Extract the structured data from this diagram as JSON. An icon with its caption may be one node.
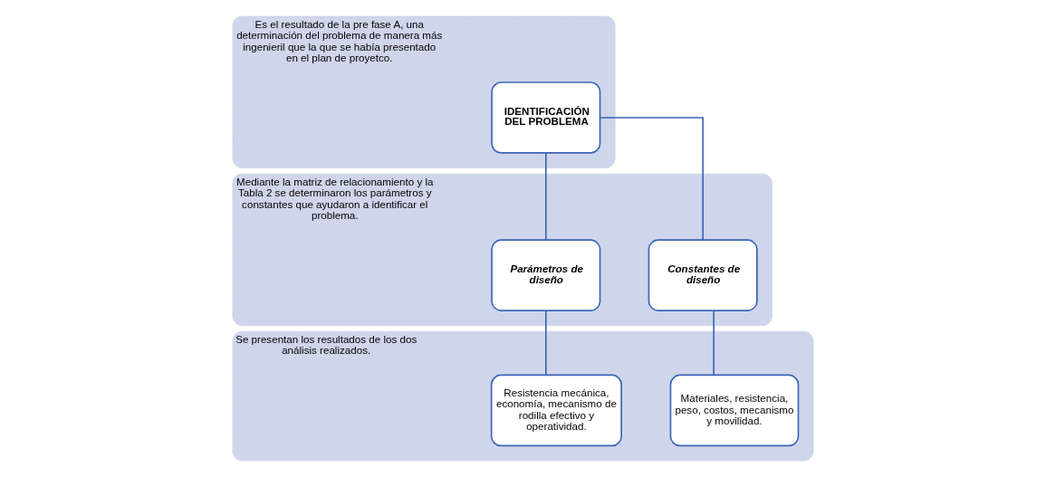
{
  "diagram": {
    "nodes": [
      {
        "text": [
          "Es el resultado de la pre fase A, una determinación del problema de manera más ingenieril que la que se había presentado en el plan de proyetco."
        ]
      },
      {
        "text": [
          "IDENTIFICACIÓN DEL PROBLEMA"
        ],
        "in": 0
      },
      {
        "text": [
          "Mediante la matriz de relacionamiento y la Tabla 2 se determinaron los parámetros y constantes que ayudaron a identificar el problema."
        ]
      },
      {
        "text": [
          "Parámetros de diseño"
        ],
        "in": 2
      },
      {
        "text": [
          "Constantes de diseño"
        ],
        "in": 2
      },
      {
        "text": [
          "Se presentan los resultados de los dos análisis realizados."
        ]
      },
      {
        "text": [
          "Resistencia mecánica, economía, mecanismo de rodilla efectivo y operatividad."
        ],
        "in": 5
      },
      {
        "text": [
          "Materiales, resistencia, peso, costos, mecanismo y movilidad."
        ],
        "in": 5
      }
    ],
    "edges": [
      {
        "from": 1,
        "to": 3,
        "arrow": "none"
      },
      {
        "from": 1,
        "to": 4,
        "arrow": "none"
      },
      {
        "from": 3,
        "to": 6,
        "arrow": "none"
      },
      {
        "from": 4,
        "to": 7,
        "arrow": "none"
      }
    ]
  }
}
